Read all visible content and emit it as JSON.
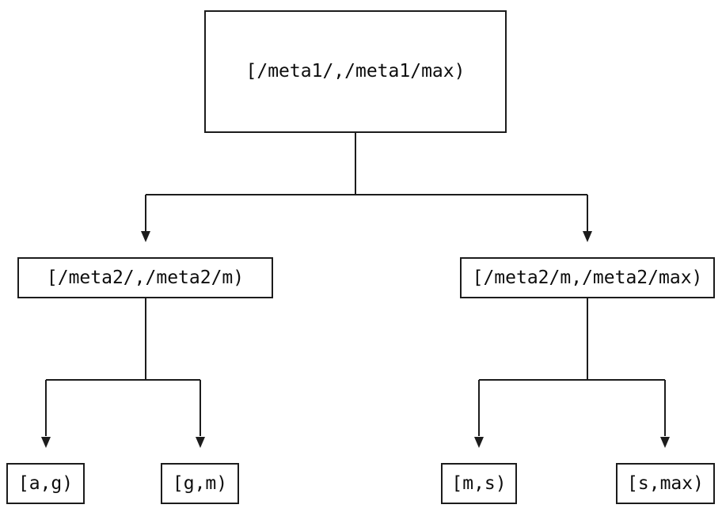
{
  "diagram": {
    "type": "tree",
    "background_color": "#ffffff",
    "line_color": "#1c1c1c",
    "text_color": "#0d0d0d",
    "nodes": {
      "root": {
        "label": "[/meta1/,/meta1/max)"
      },
      "meta2_low": {
        "label": "[/meta2/,/meta2/m)"
      },
      "meta2_high": {
        "label": "[/meta2/m,/meta2/max)"
      },
      "leaf_ag": {
        "label": "[a,g)"
      },
      "leaf_gm": {
        "label": "[g,m)"
      },
      "leaf_ms": {
        "label": "[m,s)"
      },
      "leaf_smax": {
        "label": "[s,max)"
      }
    },
    "edges": [
      {
        "from": "root",
        "to": "meta2_low"
      },
      {
        "from": "root",
        "to": "meta2_high"
      },
      {
        "from": "meta2_low",
        "to": "leaf_ag"
      },
      {
        "from": "meta2_low",
        "to": "leaf_gm"
      },
      {
        "from": "meta2_high",
        "to": "leaf_ms"
      },
      {
        "from": "meta2_high",
        "to": "leaf_smax"
      }
    ]
  }
}
